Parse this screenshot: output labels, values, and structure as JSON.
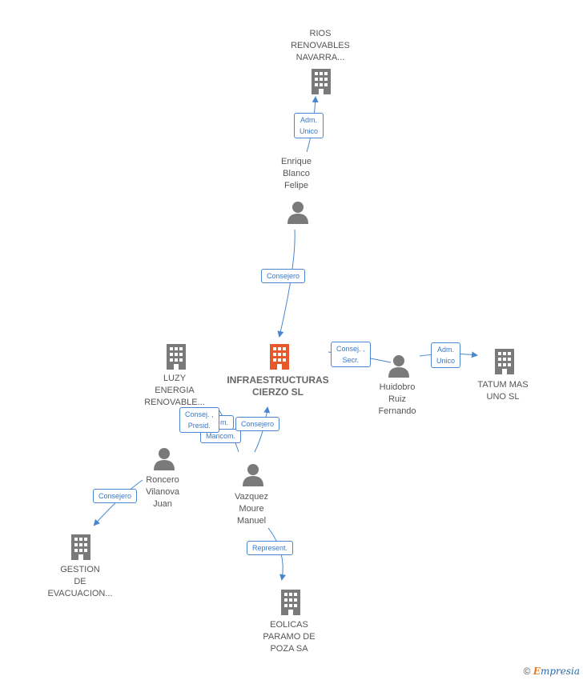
{
  "colors": {
    "company": "#7a7a7a",
    "main_company": "#e8572a",
    "person": "#7a7a7a",
    "edge": "#4a86cf"
  },
  "nodes": {
    "rios": "RIOS\nRENOVABLES\nNAVARRA...",
    "enrique": "Enrique\nBlanco\nFelipe",
    "luzy": "LUZY\nENERGIA\nRENOVABLE...",
    "infra": "INFRAESTRUCTURAS\nCIERZO  SL",
    "huidobro": "Huidobro\nRuiz\nFernando",
    "tatum": "TATUM MAS\nUNO  SL",
    "roncero": "Roncero\nVilanova\nJuan",
    "vazquez": "Vazquez\nMoure\nManuel",
    "gestion": "GESTION\nDE\nEVACUACION...",
    "eolicas": "EOLICAS\nPARAMO DE\nPOZA SA"
  },
  "edges": {
    "adm_unico_rios": "Adm.\nUnico",
    "consejero_enrique": "Consejero",
    "consej_secr": "Consej. ,\nSecr.",
    "adm_unico_tatum": "Adm.\nUnico",
    "consej_presid": "Consej. ,\nPresid.",
    "mancom_hidden": "m.",
    "mancom": "Mancom.",
    "consejero_vazquez": "Consejero",
    "consejero_roncero": "Consejero",
    "represent": "Represent."
  },
  "brand": {
    "copyright": "©",
    "e": "E",
    "rest": "mpresia"
  }
}
